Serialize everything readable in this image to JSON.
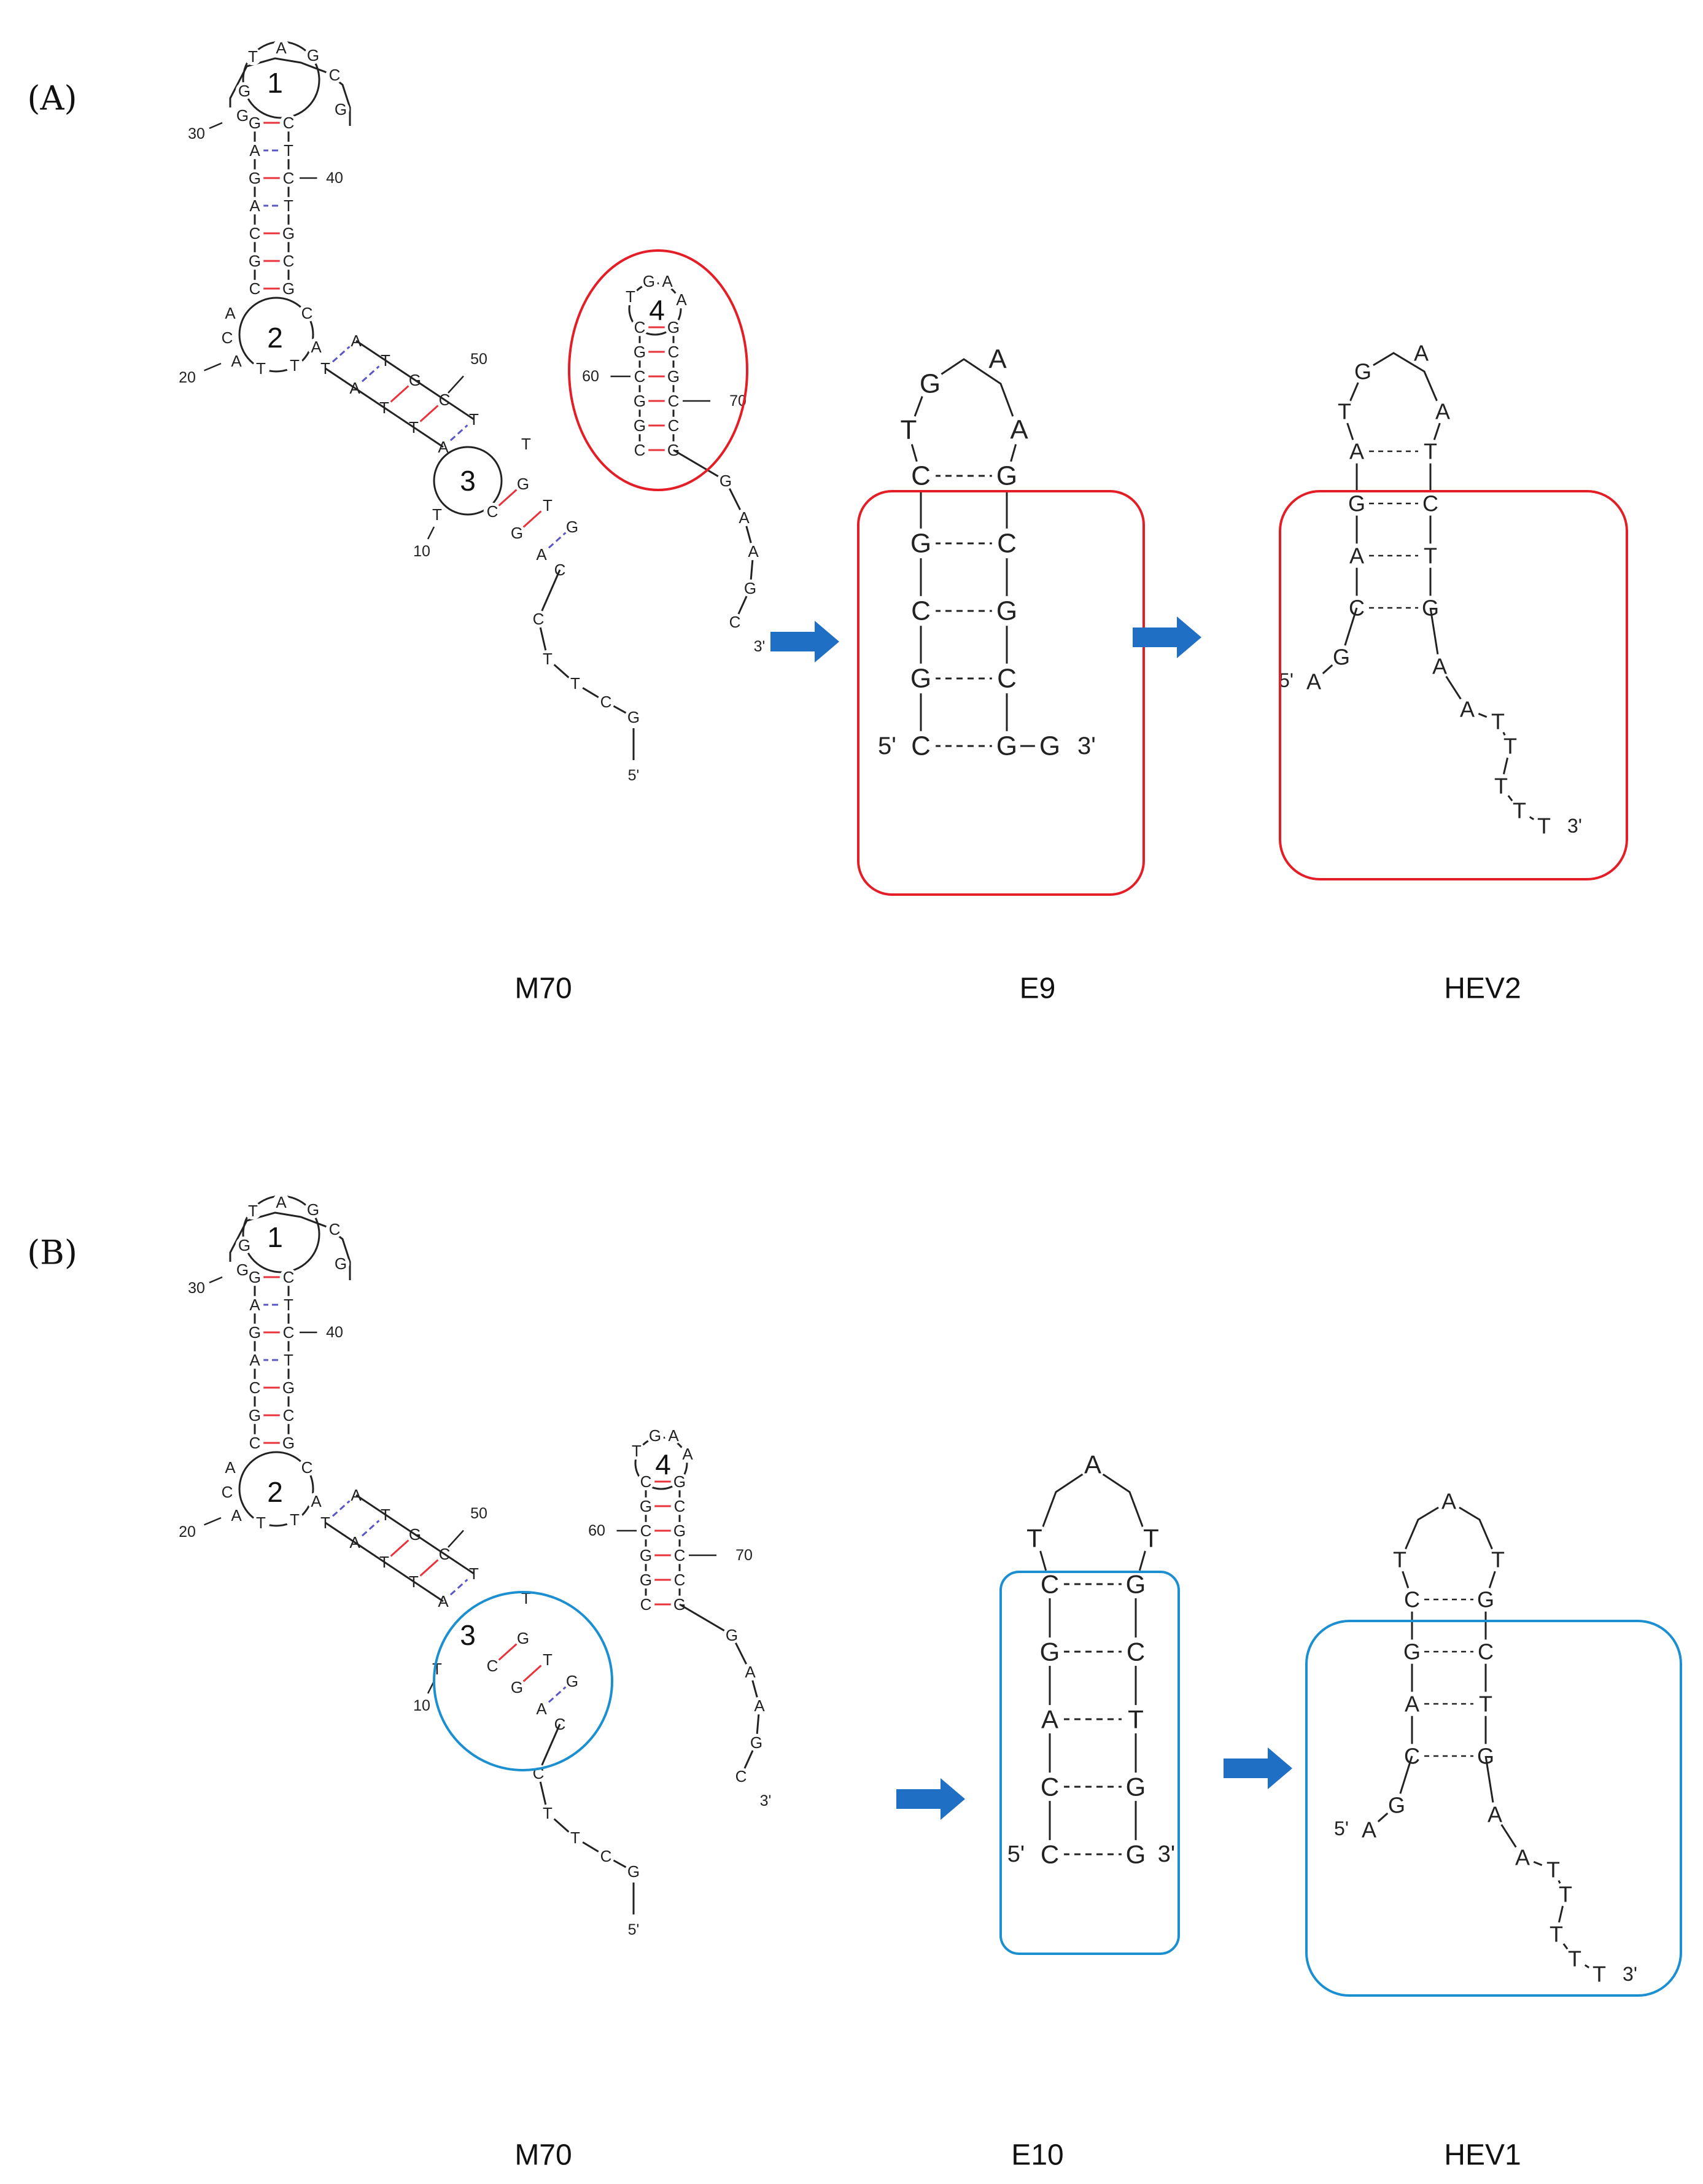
{
  "panels": [
    {
      "label": "(A)",
      "highlight_color": "#e41e26",
      "captions": [
        "M70",
        "E9",
        "HEV2"
      ]
    },
    {
      "label": "(B)",
      "highlight_color": "#1b8fd0",
      "captions": [
        "M70",
        "E10",
        "HEV1"
      ]
    }
  ],
  "m70": {
    "loop_numbers": [
      "1",
      "2",
      "3",
      "4"
    ],
    "position_markers": [
      "10",
      "20",
      "30",
      "40",
      "50",
      "60",
      "70"
    ],
    "end_labels": [
      "5'",
      "3'"
    ]
  },
  "colors": {
    "gc_pair": "#e8323c",
    "at_pair": "#5a56c8",
    "arrow": "#1f6fc5",
    "strand": "#222222"
  },
  "icons": [
    "right-arrow-icon"
  ]
}
